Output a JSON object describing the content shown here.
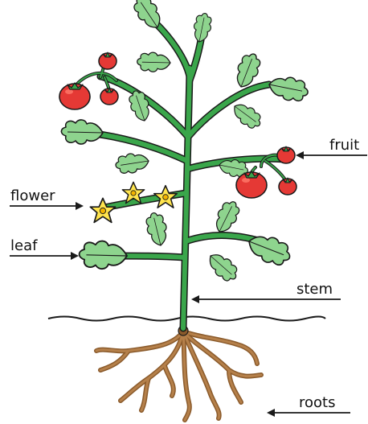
{
  "labels": {
    "fruit": "fruit",
    "flower": "flower",
    "leaf": "leaf",
    "stem": "stem",
    "roots": "roots"
  },
  "colors": {
    "stem": "#3aa64b",
    "leaf": "#8ed48e",
    "outline": "#1a1a1a",
    "fruit": "#e53935",
    "flower": "#ffe44d",
    "roots": "#8a5a2b",
    "ground": "#1a1a1a"
  }
}
